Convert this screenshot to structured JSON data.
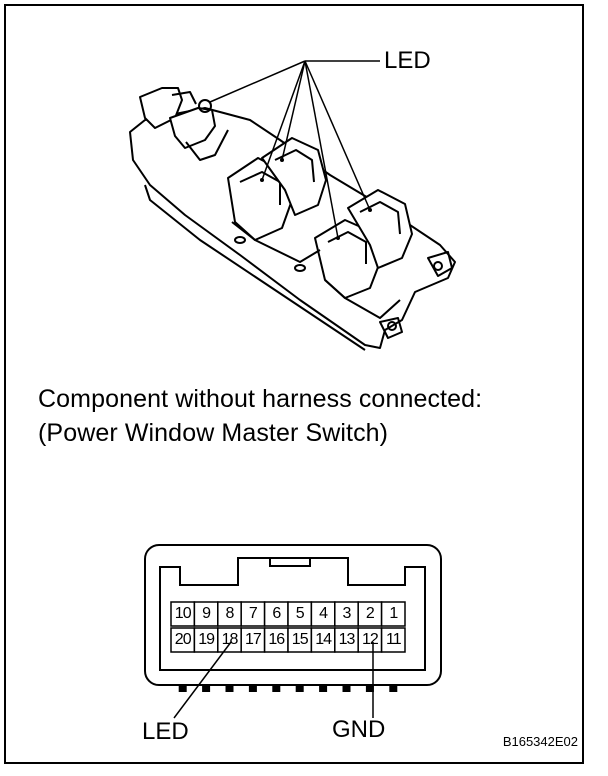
{
  "callouts": {
    "led_top": "LED",
    "led_bottom": "LED",
    "gnd": "GND"
  },
  "caption": {
    "line1": "Component without harness connected:",
    "line2": "(Power Window Master Switch)"
  },
  "connector": {
    "top_row": [
      "10",
      "9",
      "8",
      "7",
      "6",
      "5",
      "4",
      "3",
      "2",
      "1"
    ],
    "bottom_row": [
      "20",
      "19",
      "18",
      "17",
      "16",
      "15",
      "14",
      "13",
      "12",
      "11"
    ]
  },
  "figure_code": "B165342E02"
}
